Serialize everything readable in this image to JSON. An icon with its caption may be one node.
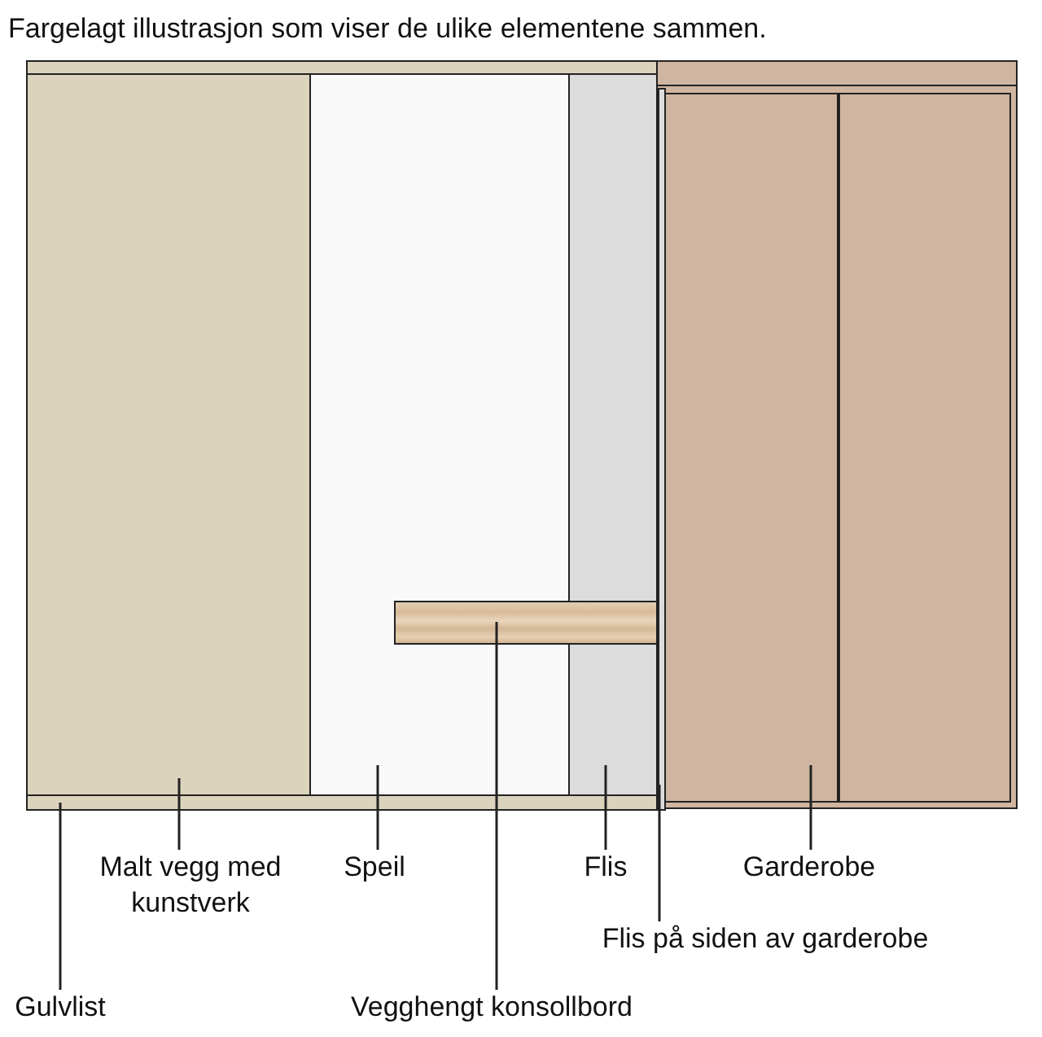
{
  "diagram": {
    "title": "Fargelagt illustrasjon som viser de ulike elementene sammen.",
    "nodes": [
      {
        "text": [
          "Malt vegg med kunstverk"
        ]
      },
      {
        "text": [
          "Speil"
        ]
      },
      {
        "text": [
          "Flis"
        ]
      },
      {
        "text": [
          "Garderobe"
        ]
      },
      {
        "text": [
          "Flis på siden av garderobe"
        ]
      },
      {
        "text": [
          "Gulvlist"
        ]
      },
      {
        "text": [
          "Vegghengt konsollbord"
        ]
      },
      {
        "text": [],
        "shape": "box"
      },
      {
        "text": [],
        "shape": "box"
      },
      {
        "text": [],
        "shape": "box"
      },
      {
        "text": [],
        "shape": "box"
      },
      {
        "text": [],
        "shape": "box",
        "in": 10
      },
      {
        "text": [],
        "shape": "box"
      },
      {
        "text": [],
        "shape": "box"
      },
      {
        "text": [],
        "shape": "box"
      }
    ],
    "edges": [
      {
        "from": 0,
        "to": 7,
        "arrow": "none"
      },
      {
        "from": 1,
        "to": 8,
        "arrow": "none"
      },
      {
        "from": 2,
        "to": 9,
        "arrow": "none"
      },
      {
        "from": 3,
        "to": 10,
        "arrow": "none"
      },
      {
        "from": 4,
        "to": 11,
        "arrow": "none"
      },
      {
        "from": 5,
        "to": 12,
        "arrow": "none"
      },
      {
        "from": 6,
        "to": 13,
        "arrow": "none"
      }
    ]
  }
}
